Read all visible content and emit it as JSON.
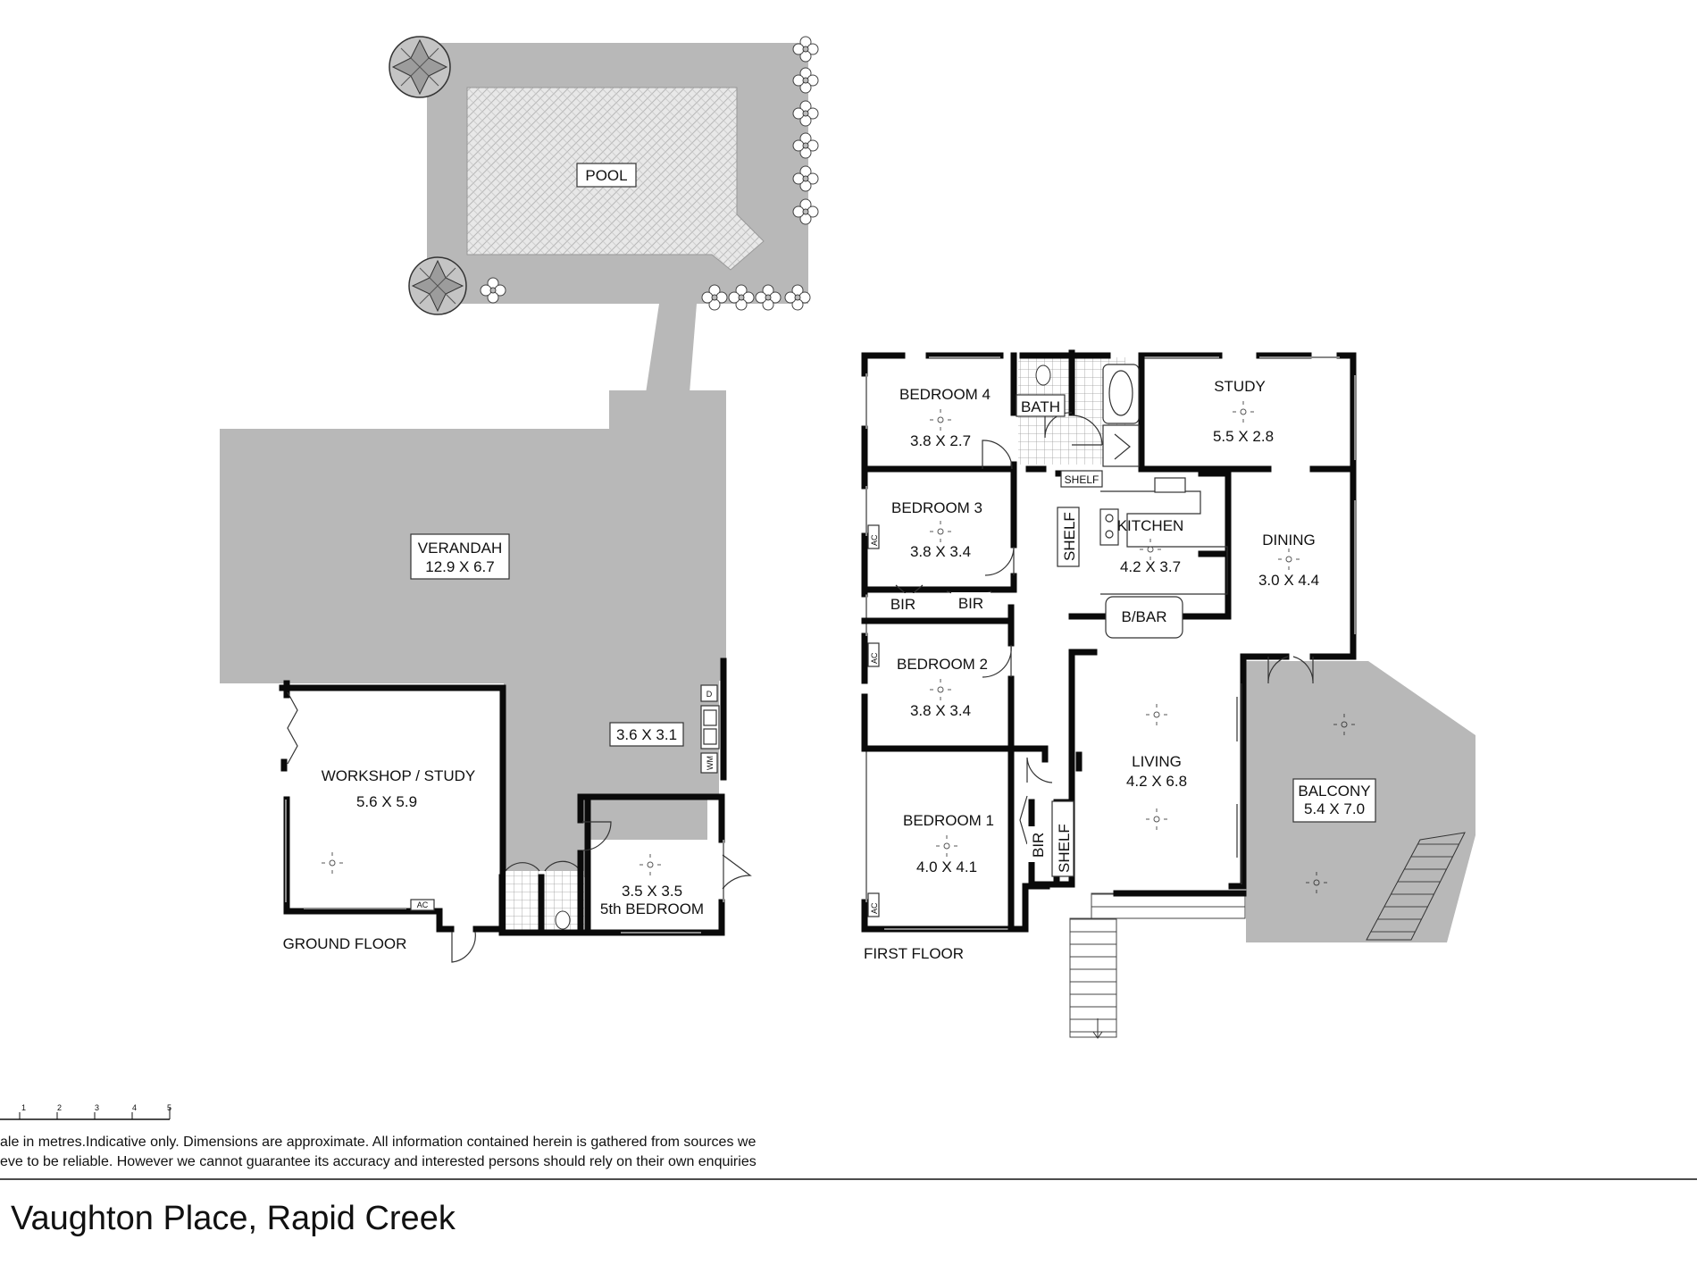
{
  "address": "Vaughton Place, Rapid Creek",
  "disclaimer": {
    "line1": "ale in metres.Indicative only. Dimensions are approximate. All information contained herein is gathered from sources we",
    "line2": "eve to be reliable. However we cannot guarantee its accuracy and interested persons should rely on their own enquiries"
  },
  "scale_ticks": [
    "1",
    "2",
    "3",
    "4",
    "5"
  ],
  "ground_floor": {
    "title": "GROUND FLOOR",
    "pool": "POOL",
    "verandah": {
      "name": "VERANDAH",
      "dims": "12.9 X 6.7"
    },
    "laundry": {
      "dims": "3.6 X 3.1",
      "d": "D",
      "wm": "WM"
    },
    "workshop": {
      "name": "WORKSHOP / STUDY",
      "dims": "5.6 X 5.9",
      "ac": "AC"
    },
    "bedroom5": {
      "dims": "3.5 X 3.5",
      "name": "5th BEDROOM"
    }
  },
  "first_floor": {
    "title": "FIRST FLOOR",
    "bedroom4": {
      "name": "BEDROOM 4",
      "dims": "3.8 X 2.7"
    },
    "bath": "BATH",
    "study": {
      "name": "STUDY",
      "dims": "5.5 X 2.8"
    },
    "shelf1": "SHELF",
    "shelf2": "SHELF",
    "shelf3": "SHELF",
    "bedroom3": {
      "name": "BEDROOM 3",
      "dims": "3.8 X 3.4",
      "ac": "AC"
    },
    "kitchen": {
      "name": "KITCHEN",
      "dims": "4.2 X 3.7"
    },
    "dining": {
      "name": "DINING",
      "dims": "3.0 X 4.4"
    },
    "bir1": "BIR",
    "bir2": "BIR",
    "bir3": "BIR",
    "bbar": "B/BAR",
    "bedroom2": {
      "name": "BEDROOM 2",
      "dims": "3.8 X 3.4",
      "ac": "AC"
    },
    "living": {
      "name": "LIVING",
      "dims": "4.2 X 6.8"
    },
    "balcony": {
      "name": "BALCONY",
      "dims": "5.4 X 7.0"
    },
    "bedroom1": {
      "name": "BEDROOM 1",
      "dims": "4.0 X 4.1",
      "ac": "AC"
    }
  }
}
